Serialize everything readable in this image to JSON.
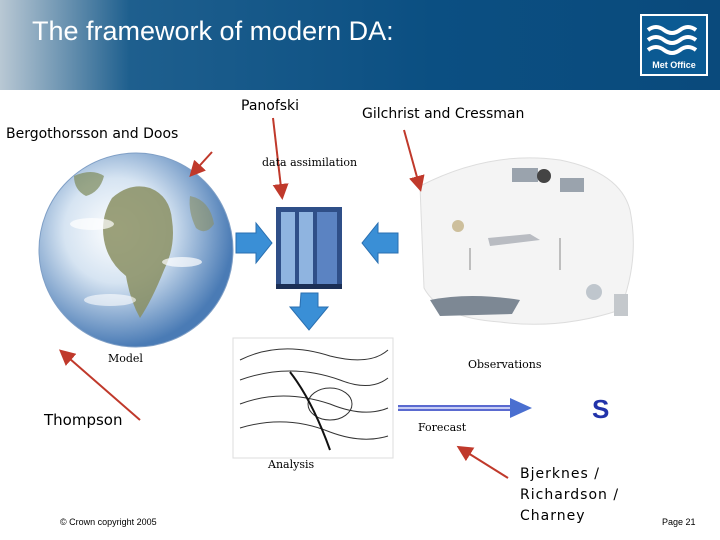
{
  "header": {
    "title": "The framework of modern DA:",
    "logo_text": "Met Office",
    "background_color": "#0b4f82"
  },
  "labels": {
    "panofski": "Panofski",
    "gilchrist": "Gilchrist and Cressman",
    "bergothorsson": "Bergothorsson and Doos",
    "data_assimilation": "data assimilation",
    "model": "Model",
    "observations": "Observations",
    "thompson": "Thompson",
    "forecast": "Forecast",
    "analysis": "Analysis",
    "bjerknes": "Bjerknes / Richardson / Charney",
    "s_fragment": "S"
  },
  "footer": {
    "copyright": "© Crown copyright 2005",
    "page": "Page 21"
  },
  "colors": {
    "arrow_red": "#c0392b",
    "block_arrow_blue": "#3a8fd6",
    "forecast_arrow_blue": "#4a6fd0"
  }
}
